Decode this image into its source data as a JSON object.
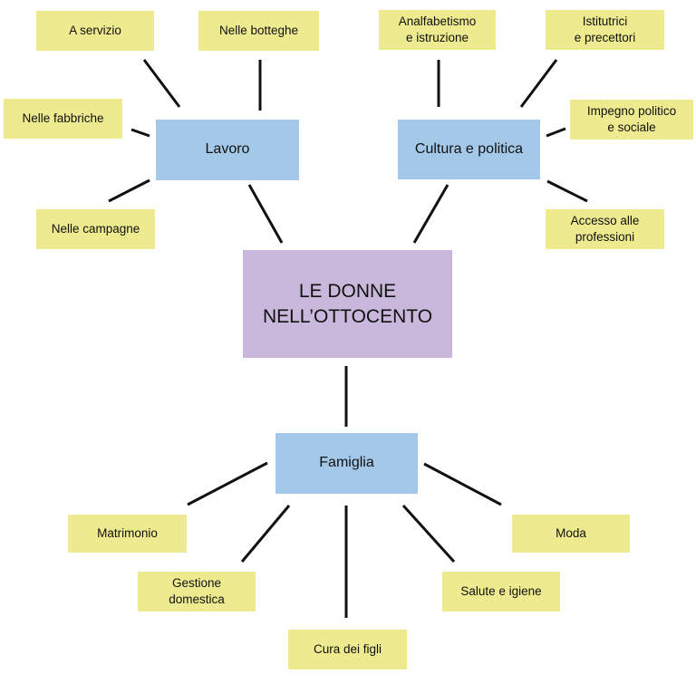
{
  "central": {
    "label": "LE DONNE\nNELL’OTTOCENTO"
  },
  "branches": {
    "lavoro": {
      "label": "Lavoro",
      "children": [
        "A servizio",
        "Nelle botteghe",
        "Nelle fabbriche",
        "Nelle campagne"
      ]
    },
    "cultura": {
      "label": "Cultura e politica",
      "children": [
        "Analfabetismo\ne istruzione",
        "Istitutrici\ne precettori",
        "Impegno politico\ne sociale",
        "Accesso alle\nprofessioni"
      ]
    },
    "famiglia": {
      "label": "Famiglia",
      "children": [
        "Matrimonio",
        "Gestione\ndomestica",
        "Cura dei figli",
        "Salute e igiene",
        "Moda"
      ]
    }
  },
  "colors": {
    "central": "#c9b8dc",
    "branch": "#a4c8e8",
    "leaf": "#eeea8f",
    "connector": "#111111"
  }
}
